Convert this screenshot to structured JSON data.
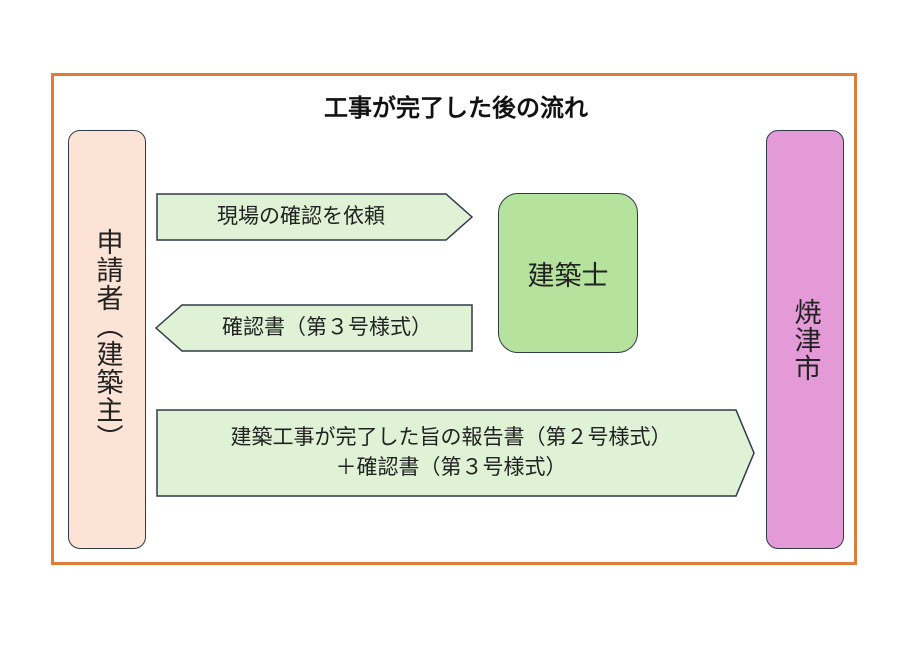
{
  "title": "工事が完了した後の流れ",
  "actors": {
    "applicant": "申請者（建築主）",
    "architect": "建築士",
    "city": "焼津市"
  },
  "arrows": [
    {
      "label": "現場の確認を依頼",
      "from": "申請者（建築主）",
      "to": "建築士"
    },
    {
      "label": "確認書（第３号様式）",
      "from": "建築士",
      "to": "申請者（建築主）"
    },
    {
      "label_line1": "建築工事が完了した旨の報告書（第２号様式）",
      "label_line2": "＋確認書（第３号様式）",
      "from": "申請者（建築主）",
      "to": "焼津市"
    }
  ],
  "colors": {
    "frame": "#e07b39",
    "applicant_fill": "#fbe3d6",
    "city_fill": "#e39ad7",
    "architect_fill": "#b5e29c",
    "arrow_fill": "#dff2d5"
  }
}
